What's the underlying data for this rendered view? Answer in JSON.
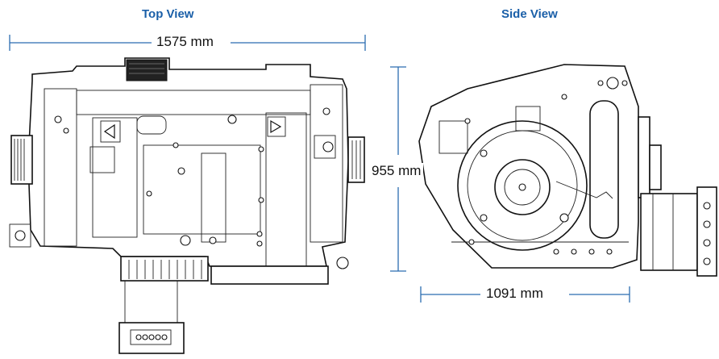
{
  "titles": {
    "top_view": "Top View",
    "side_view": "Side View"
  },
  "dimensions": {
    "top_width": "1575 mm",
    "height": "955 mm",
    "side_width": "1091 mm"
  },
  "colors": {
    "title": "#1a5fa8",
    "dimension_line": "#2b6cb0",
    "linework": "#111111"
  }
}
